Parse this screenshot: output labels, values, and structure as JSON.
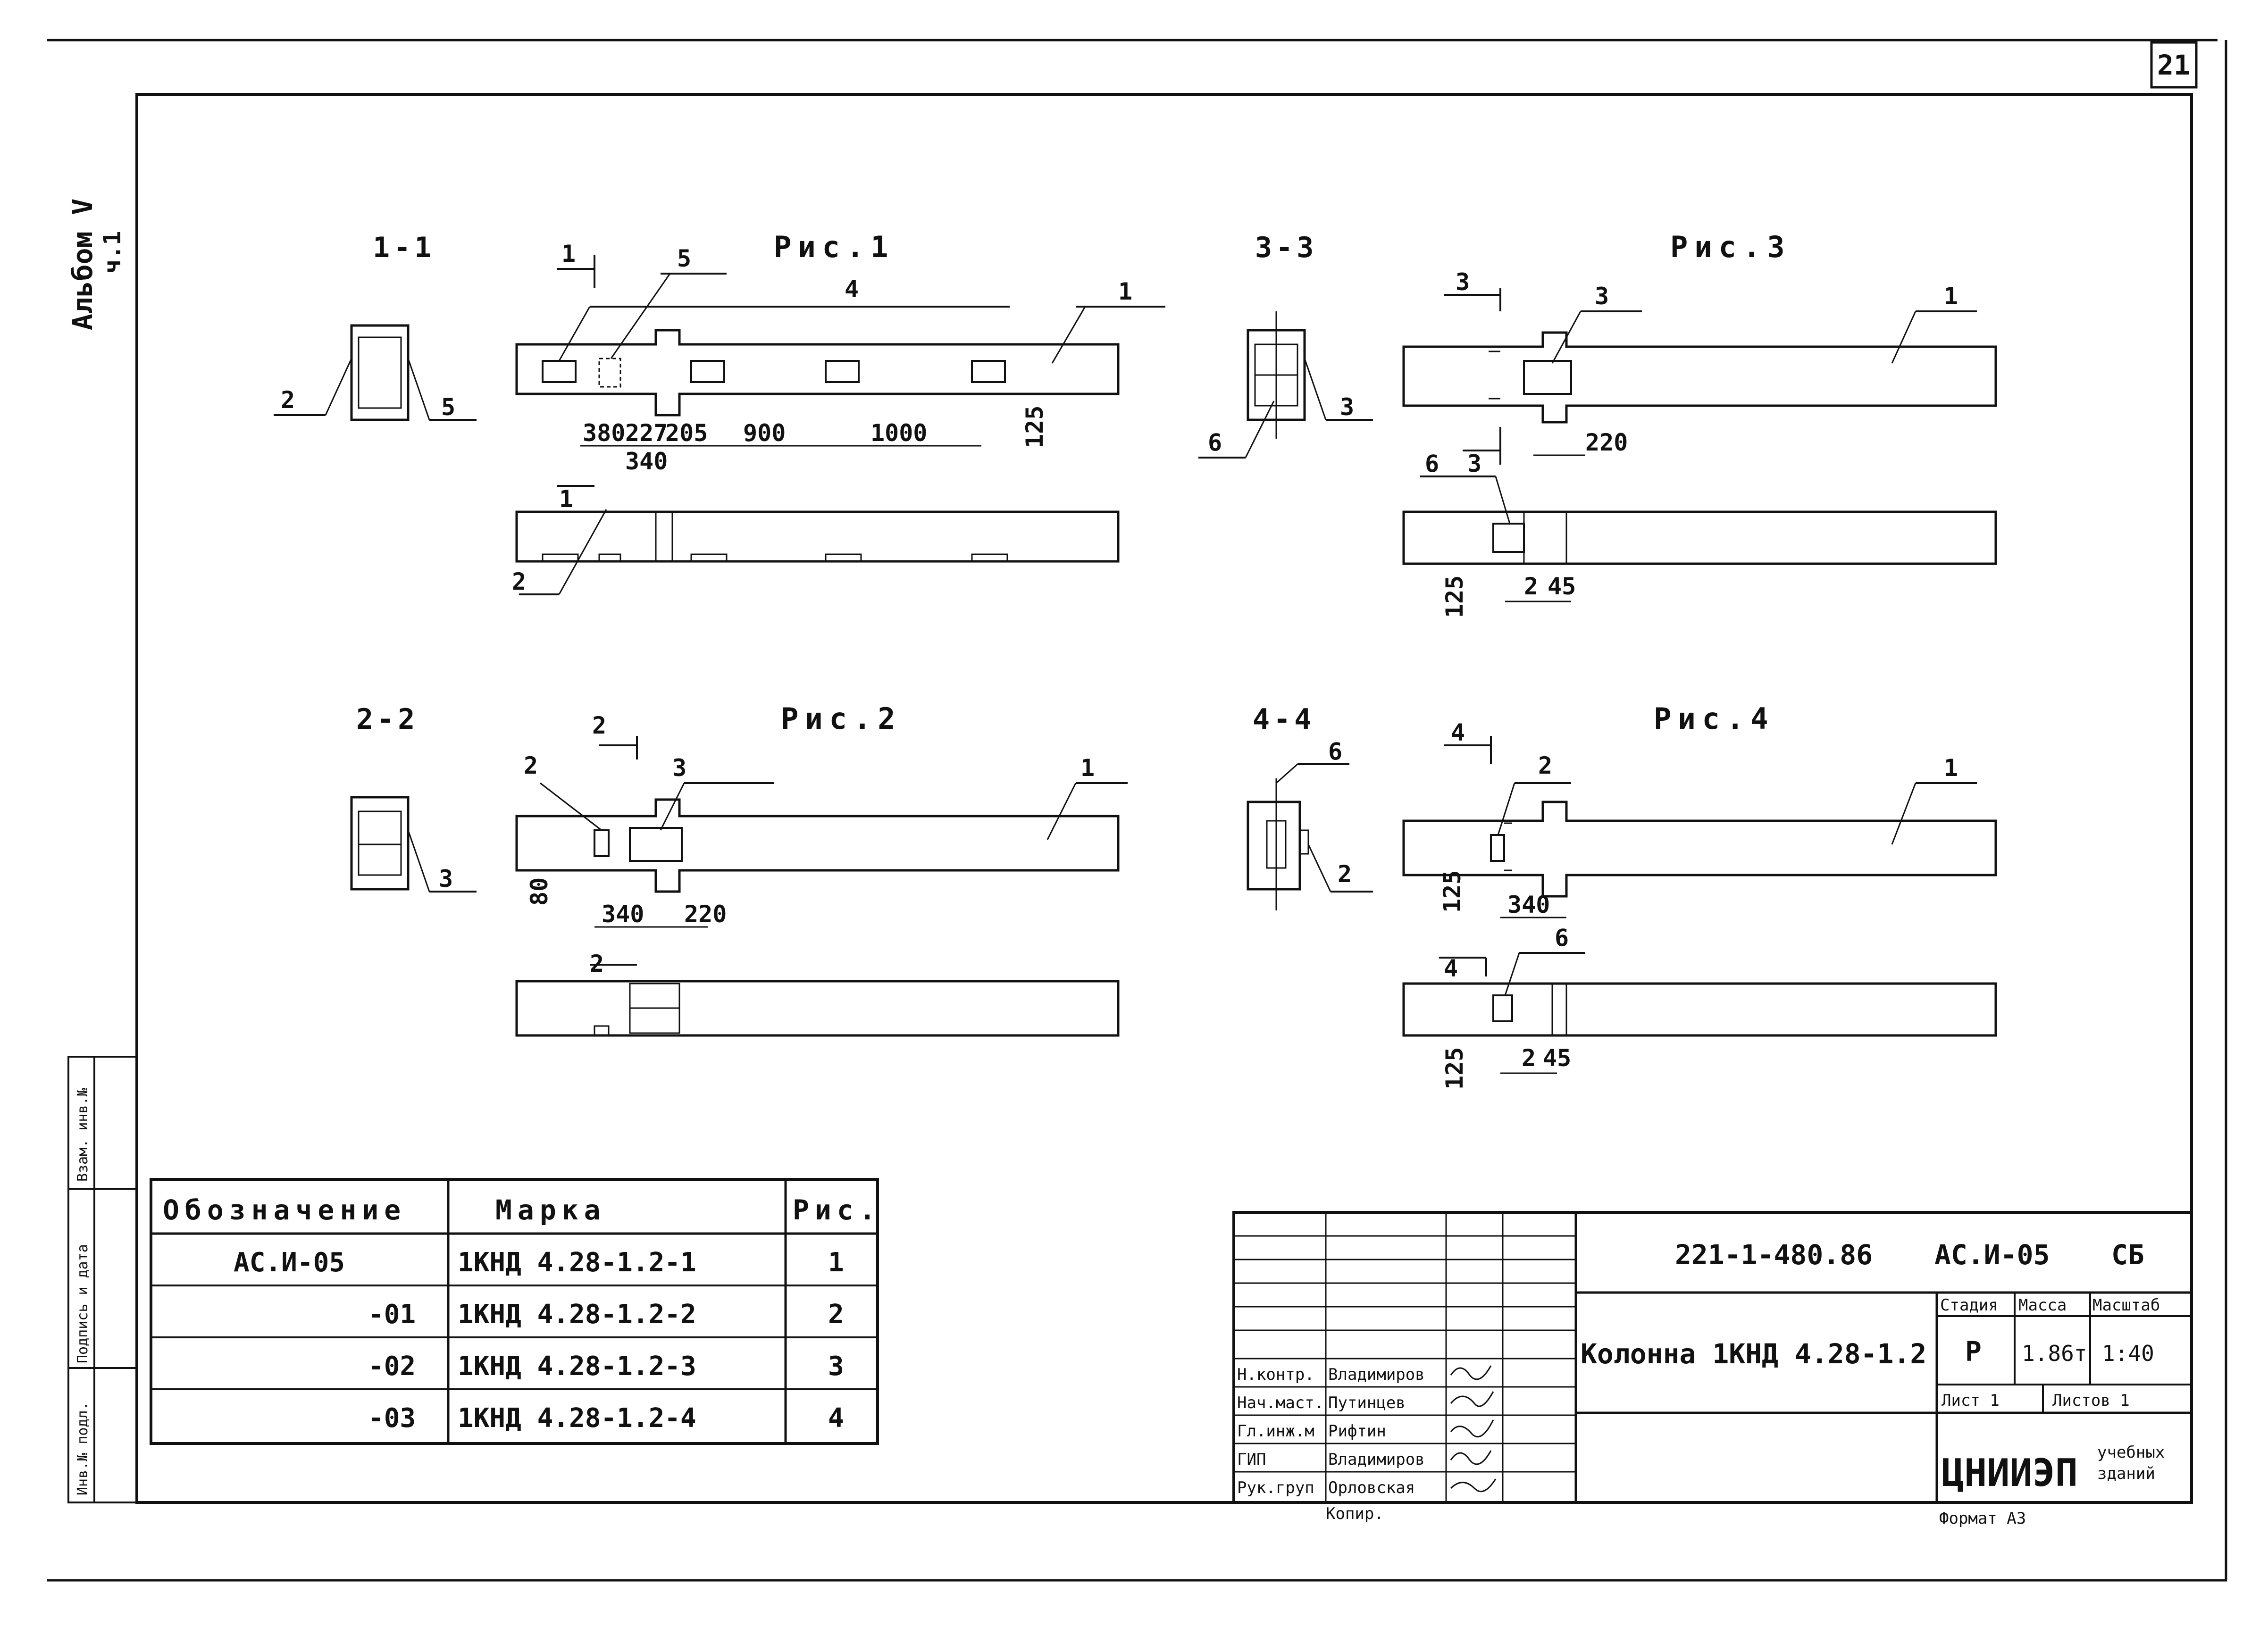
{
  "sheet": {
    "page_number": "21",
    "album": "Альбом V",
    "album_part": "ч.1",
    "format": "Формат А3",
    "copied": "Копир."
  },
  "side_stamp": {
    "inv_podl": "Инв.№ подл.",
    "podpis": "Подпись и дата",
    "vzam": "Взам. инв.№"
  },
  "figures": {
    "fig1": {
      "title": "Рис.1",
      "section": "1-1",
      "callouts": [
        "1",
        "5",
        "4",
        "1",
        "2",
        "5",
        "1",
        "2"
      ],
      "dims": [
        "380",
        "227",
        "205",
        "900",
        "1000",
        "340",
        "125"
      ]
    },
    "fig2": {
      "title": "Рис.2",
      "section": "2-2",
      "callouts": [
        "2",
        "2",
        "3",
        "1",
        "3",
        "2"
      ],
      "dims": [
        "340",
        "220",
        "80"
      ]
    },
    "fig3": {
      "title": "Рис.3",
      "section": "3-3",
      "callouts": [
        "3",
        "3",
        "1",
        "3",
        "6",
        "6",
        "3"
      ],
      "dims": [
        "220",
        "125",
        "2",
        "45"
      ]
    },
    "fig4": {
      "title": "Рис.4",
      "section": "4-4",
      "callouts": [
        "4",
        "2",
        "1",
        "6",
        "2",
        "4",
        "6"
      ],
      "dims": [
        "125",
        "340",
        "125",
        "2",
        "45"
      ]
    }
  },
  "spec_table": {
    "headers": [
      "Обозначение",
      "Марка",
      "Рис."
    ],
    "rows": [
      [
        "АС.И-05",
        "1КНД 4.28-1.2-1",
        "1"
      ],
      [
        "-01",
        "1КНД 4.28-1.2-2",
        "2"
      ],
      [
        "-02",
        "1КНД 4.28-1.2-3",
        "3"
      ],
      [
        "-03",
        "1КНД 4.28-1.2-4",
        "4"
      ]
    ]
  },
  "title_block": {
    "code": "221-1-480.86",
    "sheet_code": "АС.И-05",
    "suffix": "СБ",
    "name": "Колонна 1КНД 4.28-1.2",
    "stage_label": "Стадия",
    "mass_label": "Масса",
    "scale_label": "Масштаб",
    "stage": "Р",
    "mass": "1.86т",
    "scale": "1:40",
    "sheet_label": "Лист 1",
    "sheets_label": "Листов 1",
    "org": "ЦНИИЭП",
    "org_sub1": "учебных",
    "org_sub2": "зданий",
    "signatures": [
      {
        "role": "Н.контр.",
        "name": "Владимиров"
      },
      {
        "role": "Нач.маст.",
        "name": "Путинцев"
      },
      {
        "role": "Гл.инж.м",
        "name": "Рифтин"
      },
      {
        "role": "ГИП",
        "name": "Владимиров"
      },
      {
        "role": "Рук.груп",
        "name": "Орловская"
      }
    ]
  }
}
